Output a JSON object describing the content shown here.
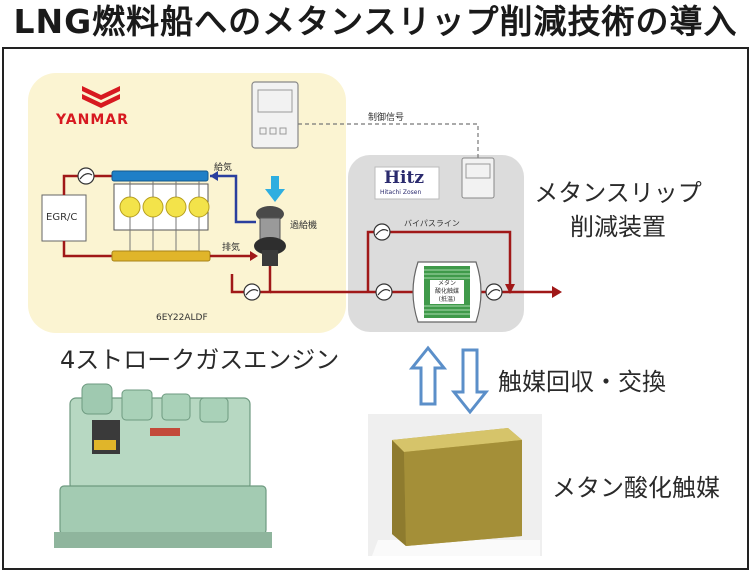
{
  "title": "LNG燃料船へのメタンスリップ削減技術の導入",
  "engine_panel": {
    "brand": "YANMAR",
    "egr_label": "EGR/C",
    "intake_label": "給気",
    "exhaust_label": "排気",
    "turbo_label": "過給機",
    "model": "6EY22ALDF"
  },
  "control_signal_label": "制御信号",
  "reduction_panel": {
    "brand_main": "Hitz",
    "brand_sub": "Hitachi Zosen",
    "bypass_label": "バイパスライン",
    "catalyst_label_lines": [
      "メタン",
      "酸化触媒",
      "(抵温)"
    ]
  },
  "device_label_lines": [
    "メタンスリップ",
    "削減装置"
  ],
  "engine_caption": "4ストロークガスエンジン",
  "exchange_label": "触媒回収・交換",
  "catalyst_caption": "メタン酸化触媒",
  "colors": {
    "engine_bg": "#fbf4d2",
    "reduction_bg": "#dcdcdc",
    "pipe_red": "#a01818",
    "pipe_blue": "#2a3f9e",
    "arrow_blue": "#5b8fc9",
    "turbo_arrow": "#2eaee0",
    "catalyst_green": "#3f9a4a",
    "yanmar_red": "#d71920"
  }
}
